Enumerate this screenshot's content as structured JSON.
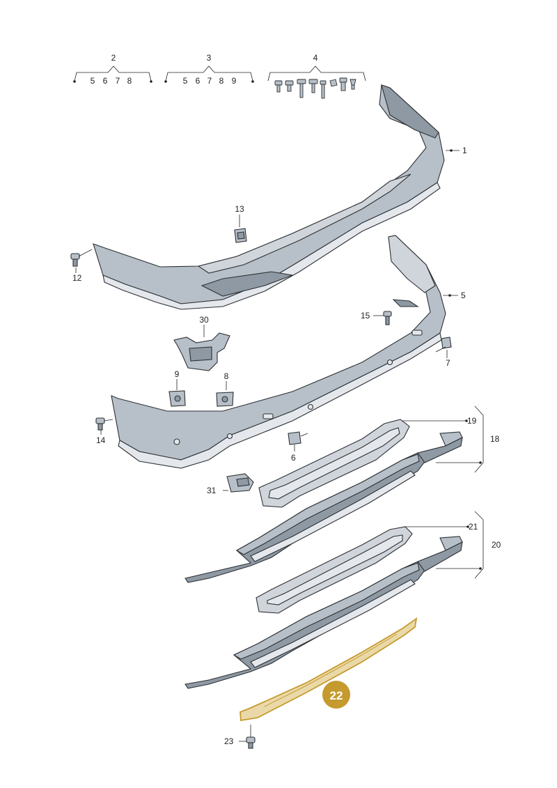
{
  "labels": {
    "l1": "1",
    "l2": "2",
    "l3": "3",
    "l4": "4",
    "l5": "5",
    "l6": "6",
    "l7": "7",
    "l8": "8",
    "l9": "9",
    "l12": "12",
    "l13": "13",
    "l14": "14",
    "l15": "15",
    "l18": "18",
    "l19": "19",
    "l20": "20",
    "l21": "21",
    "l23": "23",
    "l30": "30",
    "l31": "31"
  },
  "kits": {
    "k2": [
      "5",
      "6",
      "7",
      "8"
    ],
    "k3": [
      "5",
      "6",
      "7",
      "8",
      "9"
    ]
  },
  "highlight": {
    "number": "22",
    "color": "#c59a2e"
  },
  "colors": {
    "part_fill": "#b7c0c8",
    "highlight": "#c59a2e"
  }
}
